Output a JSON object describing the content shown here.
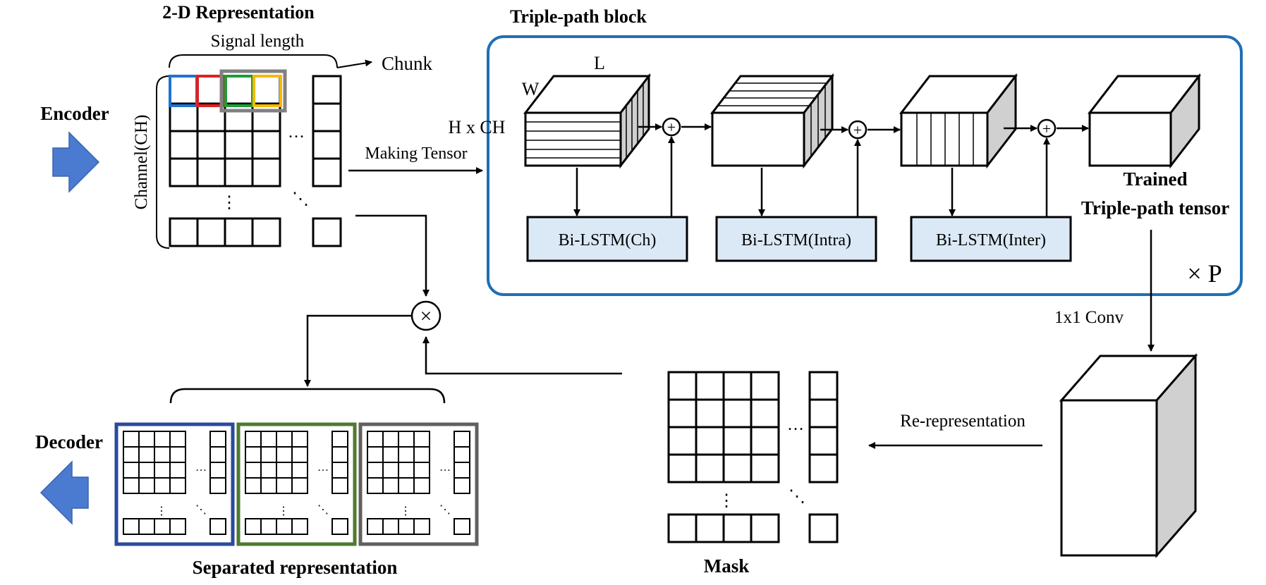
{
  "labels": {
    "representation_title": "2-D Representation",
    "signal_length": "Signal length",
    "chunk": "Chunk",
    "channel": "Channel(CH)",
    "encoder": "Encoder",
    "making_tensor": "Making Tensor",
    "block_title": "Triple-path block",
    "dim_w": "W",
    "dim_l": "L",
    "dim_hch": "H x CH",
    "trained_line1": "Trained",
    "trained_line2": "Triple-path tensor",
    "repeat": "× P",
    "conv": "1x1 Conv",
    "rerep": "Re-representation",
    "mask": "Mask",
    "decoder": "Decoder",
    "separated": "Separated representation"
  },
  "blocks": [
    {
      "id": "ch",
      "label": "Bi-LSTM(Ch)"
    },
    {
      "id": "intra",
      "label": "Bi-LSTM(Intra)"
    },
    {
      "id": "inter",
      "label": "Bi-LSTM(Inter)"
    }
  ],
  "symbols": {
    "plus": "+",
    "times": "×",
    "dots_h": "…",
    "dots_v": "⋮",
    "dots_d": "⋱"
  },
  "colors": {
    "block_border": "#1f6fb5",
    "lstm_fill": "#dbe9f6",
    "arrow_fill": "#4a7bd0",
    "chunk_colors": [
      "#1e73d2",
      "#e0201f",
      "#1a9e3a",
      "#f5b800"
    ],
    "chunk_frame": "#808080",
    "sep_frames": [
      "#2b4a9e",
      "#4e7a2e",
      "#606060"
    ],
    "cube_side": "#d0d0d0"
  }
}
